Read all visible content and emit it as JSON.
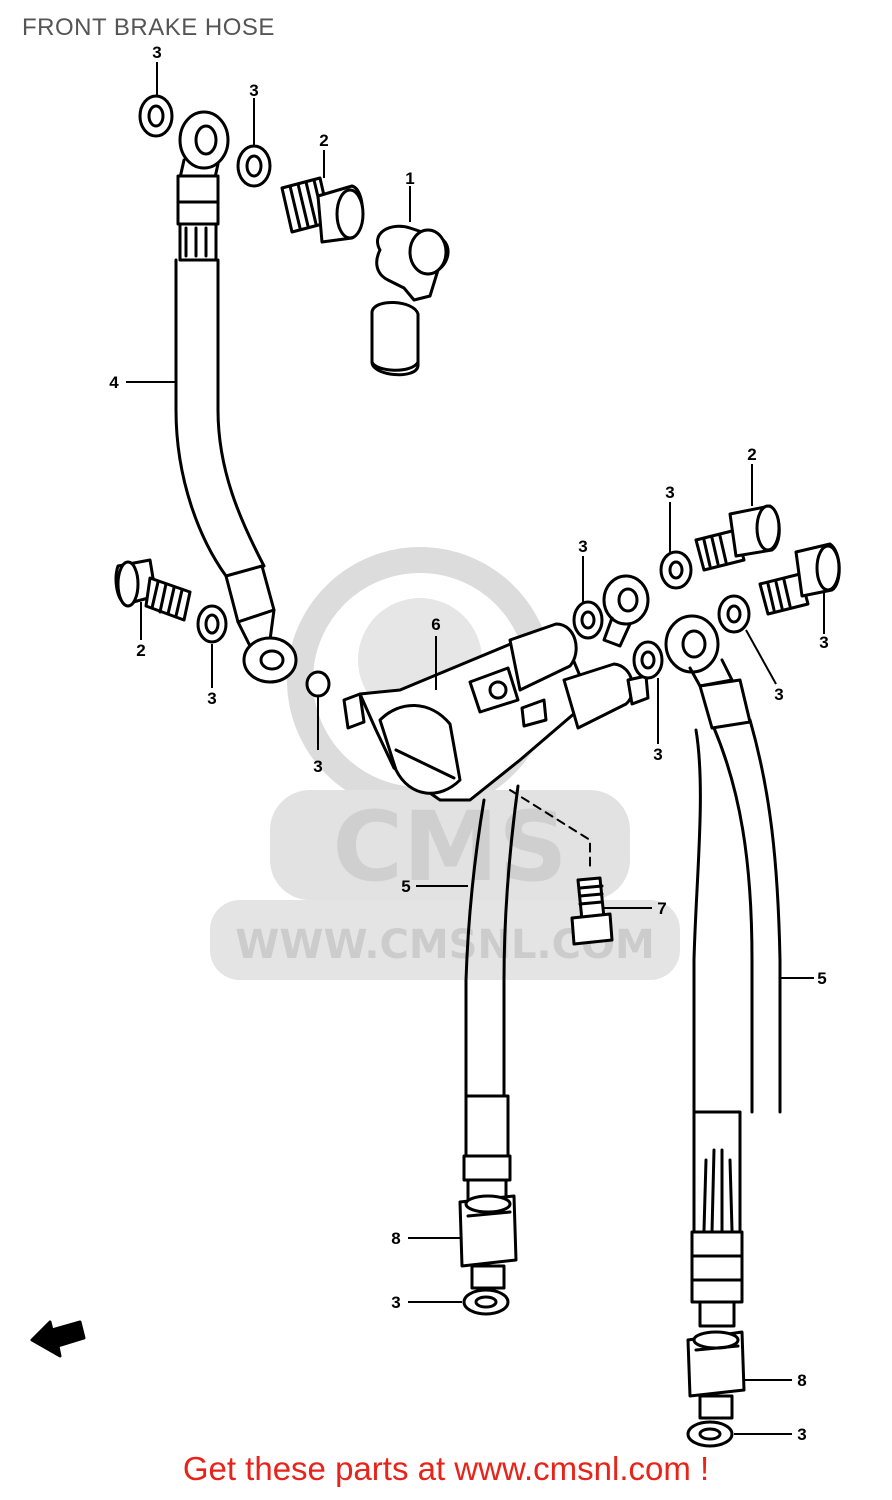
{
  "page": {
    "title": "FRONT BRAKE HOSE",
    "footer": "Get these parts at www.cmsnl.com !"
  },
  "watermark": {
    "logo_text": "CMS",
    "url_text": "WWW.CMSNL.COM"
  },
  "callouts": [
    "1",
    "2",
    "2",
    "2",
    "3",
    "3",
    "3",
    "3",
    "3",
    "3",
    "3",
    "3",
    "3",
    "3",
    "3",
    "4",
    "5",
    "5",
    "6",
    "7",
    "8",
    "8"
  ],
  "colors": {
    "title": "#555555",
    "footer": "#e8231a",
    "watermark": "#d9d9d9",
    "line": "#000000"
  }
}
